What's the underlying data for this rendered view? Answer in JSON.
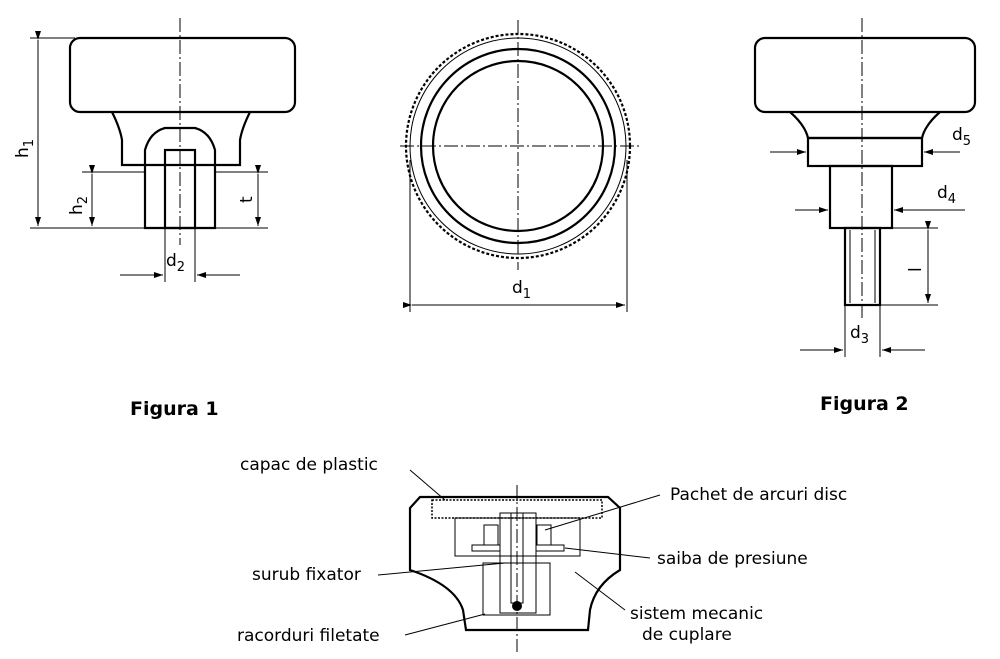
{
  "figure1": {
    "caption": "Figura 1",
    "dims": {
      "h1": {
        "main": "h",
        "sub": "1"
      },
      "h2": {
        "main": "h",
        "sub": "2"
      },
      "t": "t",
      "d2": {
        "main": "d",
        "sub": "2"
      }
    }
  },
  "top_view": {
    "dims": {
      "d1": {
        "main": "d",
        "sub": "1"
      }
    }
  },
  "figure2": {
    "caption": "Figura 2",
    "dims": {
      "d5": {
        "main": "d",
        "sub": "5"
      },
      "d4": {
        "main": "d",
        "sub": "4"
      },
      "l": "l",
      "d3": {
        "main": "d",
        "sub": "3"
      }
    }
  },
  "section": {
    "labels": {
      "cap": "capac de plastic",
      "springs": "Pachet de arcuri disc",
      "washer": "saiba de presiune",
      "screw": "surub fixator",
      "mech1": "sistem mecanic",
      "mech2": "de cuplare",
      "threads": "racorduri filetate"
    }
  }
}
